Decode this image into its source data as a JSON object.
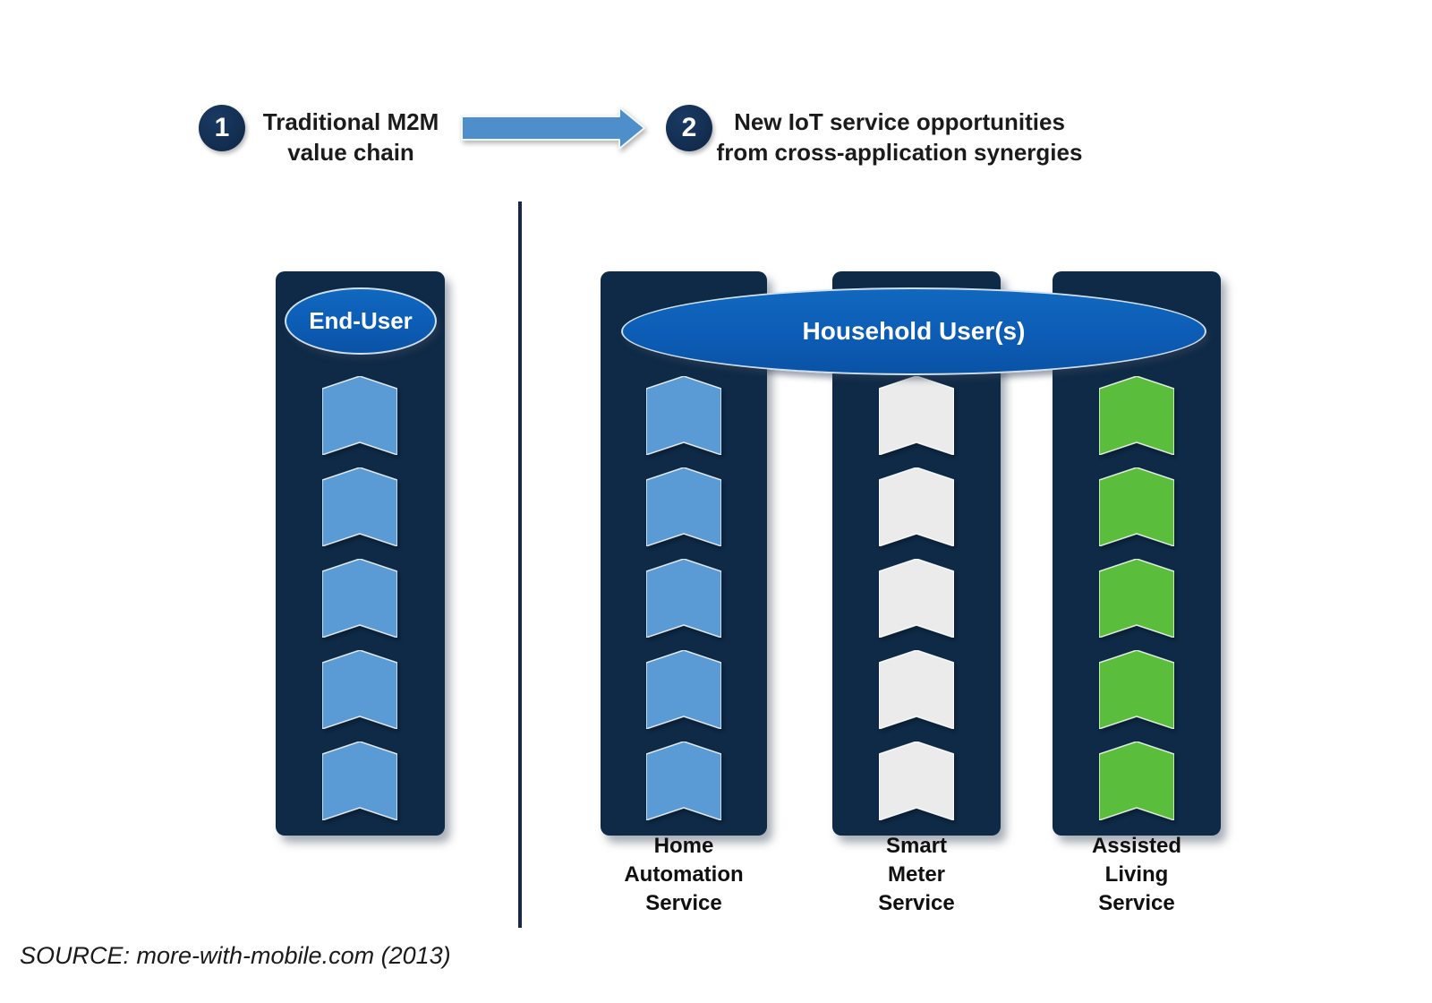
{
  "header": {
    "step1": {
      "number": "1",
      "title_line1": "Traditional M2M",
      "title_line2": "value chain"
    },
    "step2": {
      "number": "2",
      "title_line1": "New IoT service opportunities",
      "title_line2": "from cross-application synergies"
    }
  },
  "value_chain_section": {
    "user_label": "End-User",
    "chevrons": {
      "count": 5,
      "color": "#5B9BD5",
      "stroke": "rgba(255,255,255,0.85)"
    }
  },
  "iot_section": {
    "user_label": "Household User(s)",
    "columns": [
      {
        "id": "home-automation",
        "label_lines": [
          "Home",
          "Automation",
          "Service"
        ],
        "chevrons": {
          "count": 5,
          "color": "#5B9BD5",
          "stroke": "rgba(255,255,255,0.85)"
        }
      },
      {
        "id": "smart-meter",
        "label_lines": [
          "Smart",
          "Meter",
          "Service"
        ],
        "chevrons": {
          "count": 5,
          "color": "#EBEBEB",
          "stroke": "rgba(255,255,255,0.9)"
        }
      },
      {
        "id": "assisted-living",
        "label_lines": [
          "Assisted",
          "Living",
          "Service"
        ],
        "chevrons": {
          "count": 5,
          "color": "#5ABE3C",
          "stroke": "rgba(255,255,255,0.85)"
        }
      }
    ]
  },
  "source": "SOURCE: more-with-mobile.com (2013)",
  "colors": {
    "pillar_navy": "#0E2A47",
    "ellipse_blue": "#0C5CB5",
    "arrow_blue": "#4E8FCB",
    "chevron_blue": "#5B9BD5",
    "chevron_white": "#EBEBEB",
    "chevron_green": "#5ABE3C",
    "divider_navy": "#152A4B",
    "step_circle_navy": "#122C4E",
    "text_dark": "#1B1B1B"
  }
}
